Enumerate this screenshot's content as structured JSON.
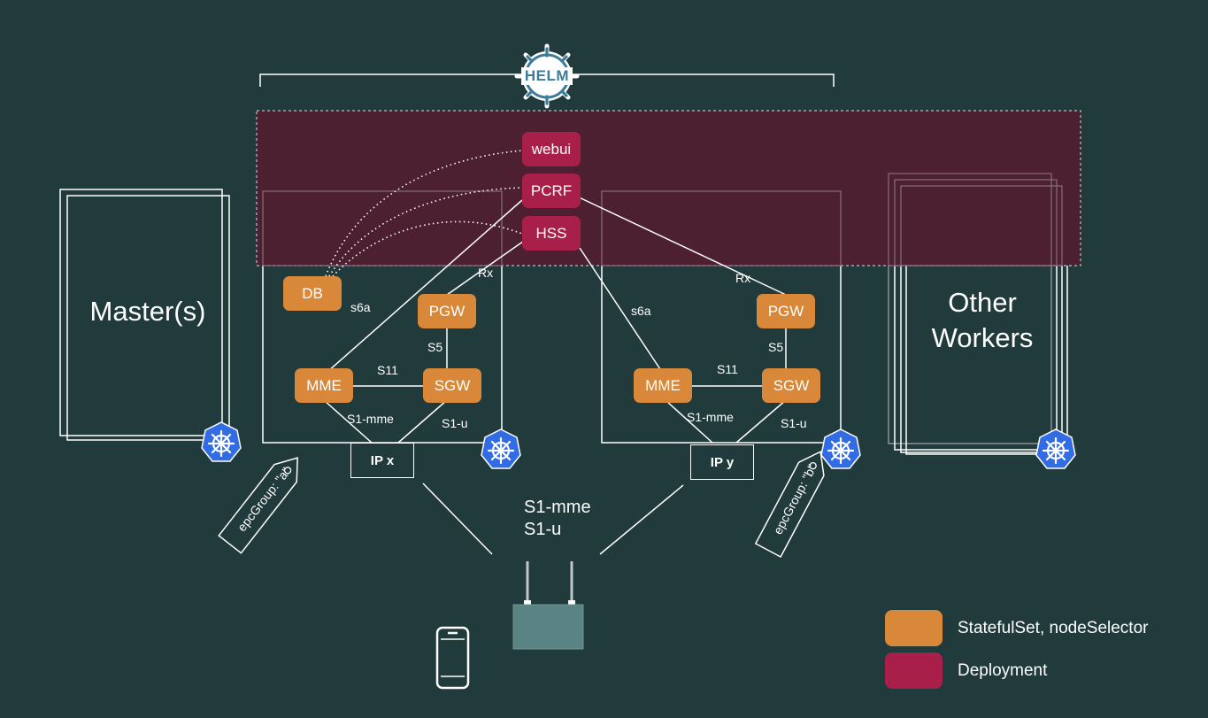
{
  "helm": {
    "label": "HELM"
  },
  "master": {
    "label": "Master(s)"
  },
  "workers": {
    "label_line1": "Other",
    "label_line2": "Workers"
  },
  "deployment_nodes": {
    "webui": "webui",
    "pcrf": "PCRF",
    "hss": "HSS"
  },
  "group_a": {
    "db": "DB",
    "pgw": "PGW",
    "mme": "MME",
    "sgw": "SGW",
    "s6a": "s6a",
    "rx": "Rx",
    "s5": "S5",
    "s11": "S11",
    "s1mme": "S1-mme",
    "s1u": "S1-u",
    "ip": "IP x",
    "tag": "epcGroup: \"a\""
  },
  "group_b": {
    "pgw": "PGW",
    "mme": "MME",
    "sgw": "SGW",
    "s6a": "s6a",
    "rx": "Rx",
    "s5": "S5",
    "s11": "S11",
    "s1mme": "S1-mme",
    "s1u": "S1-u",
    "ip": "IP y",
    "tag": "epcGroup: \"b\""
  },
  "ran": {
    "line1": "S1-mme",
    "line2": "S1-u"
  },
  "legend": {
    "items": [
      {
        "label": "StatefulSet, nodeSelector",
        "color": "#d9883a"
      },
      {
        "label": "Deployment",
        "color": "#a8204a"
      }
    ]
  },
  "colors": {
    "background": "#213a3b",
    "statefulset": "#d9883a",
    "deployment": "#a8204a",
    "helm_blue": "#3d7c9a",
    "k8s_blue": "#326ce5"
  }
}
